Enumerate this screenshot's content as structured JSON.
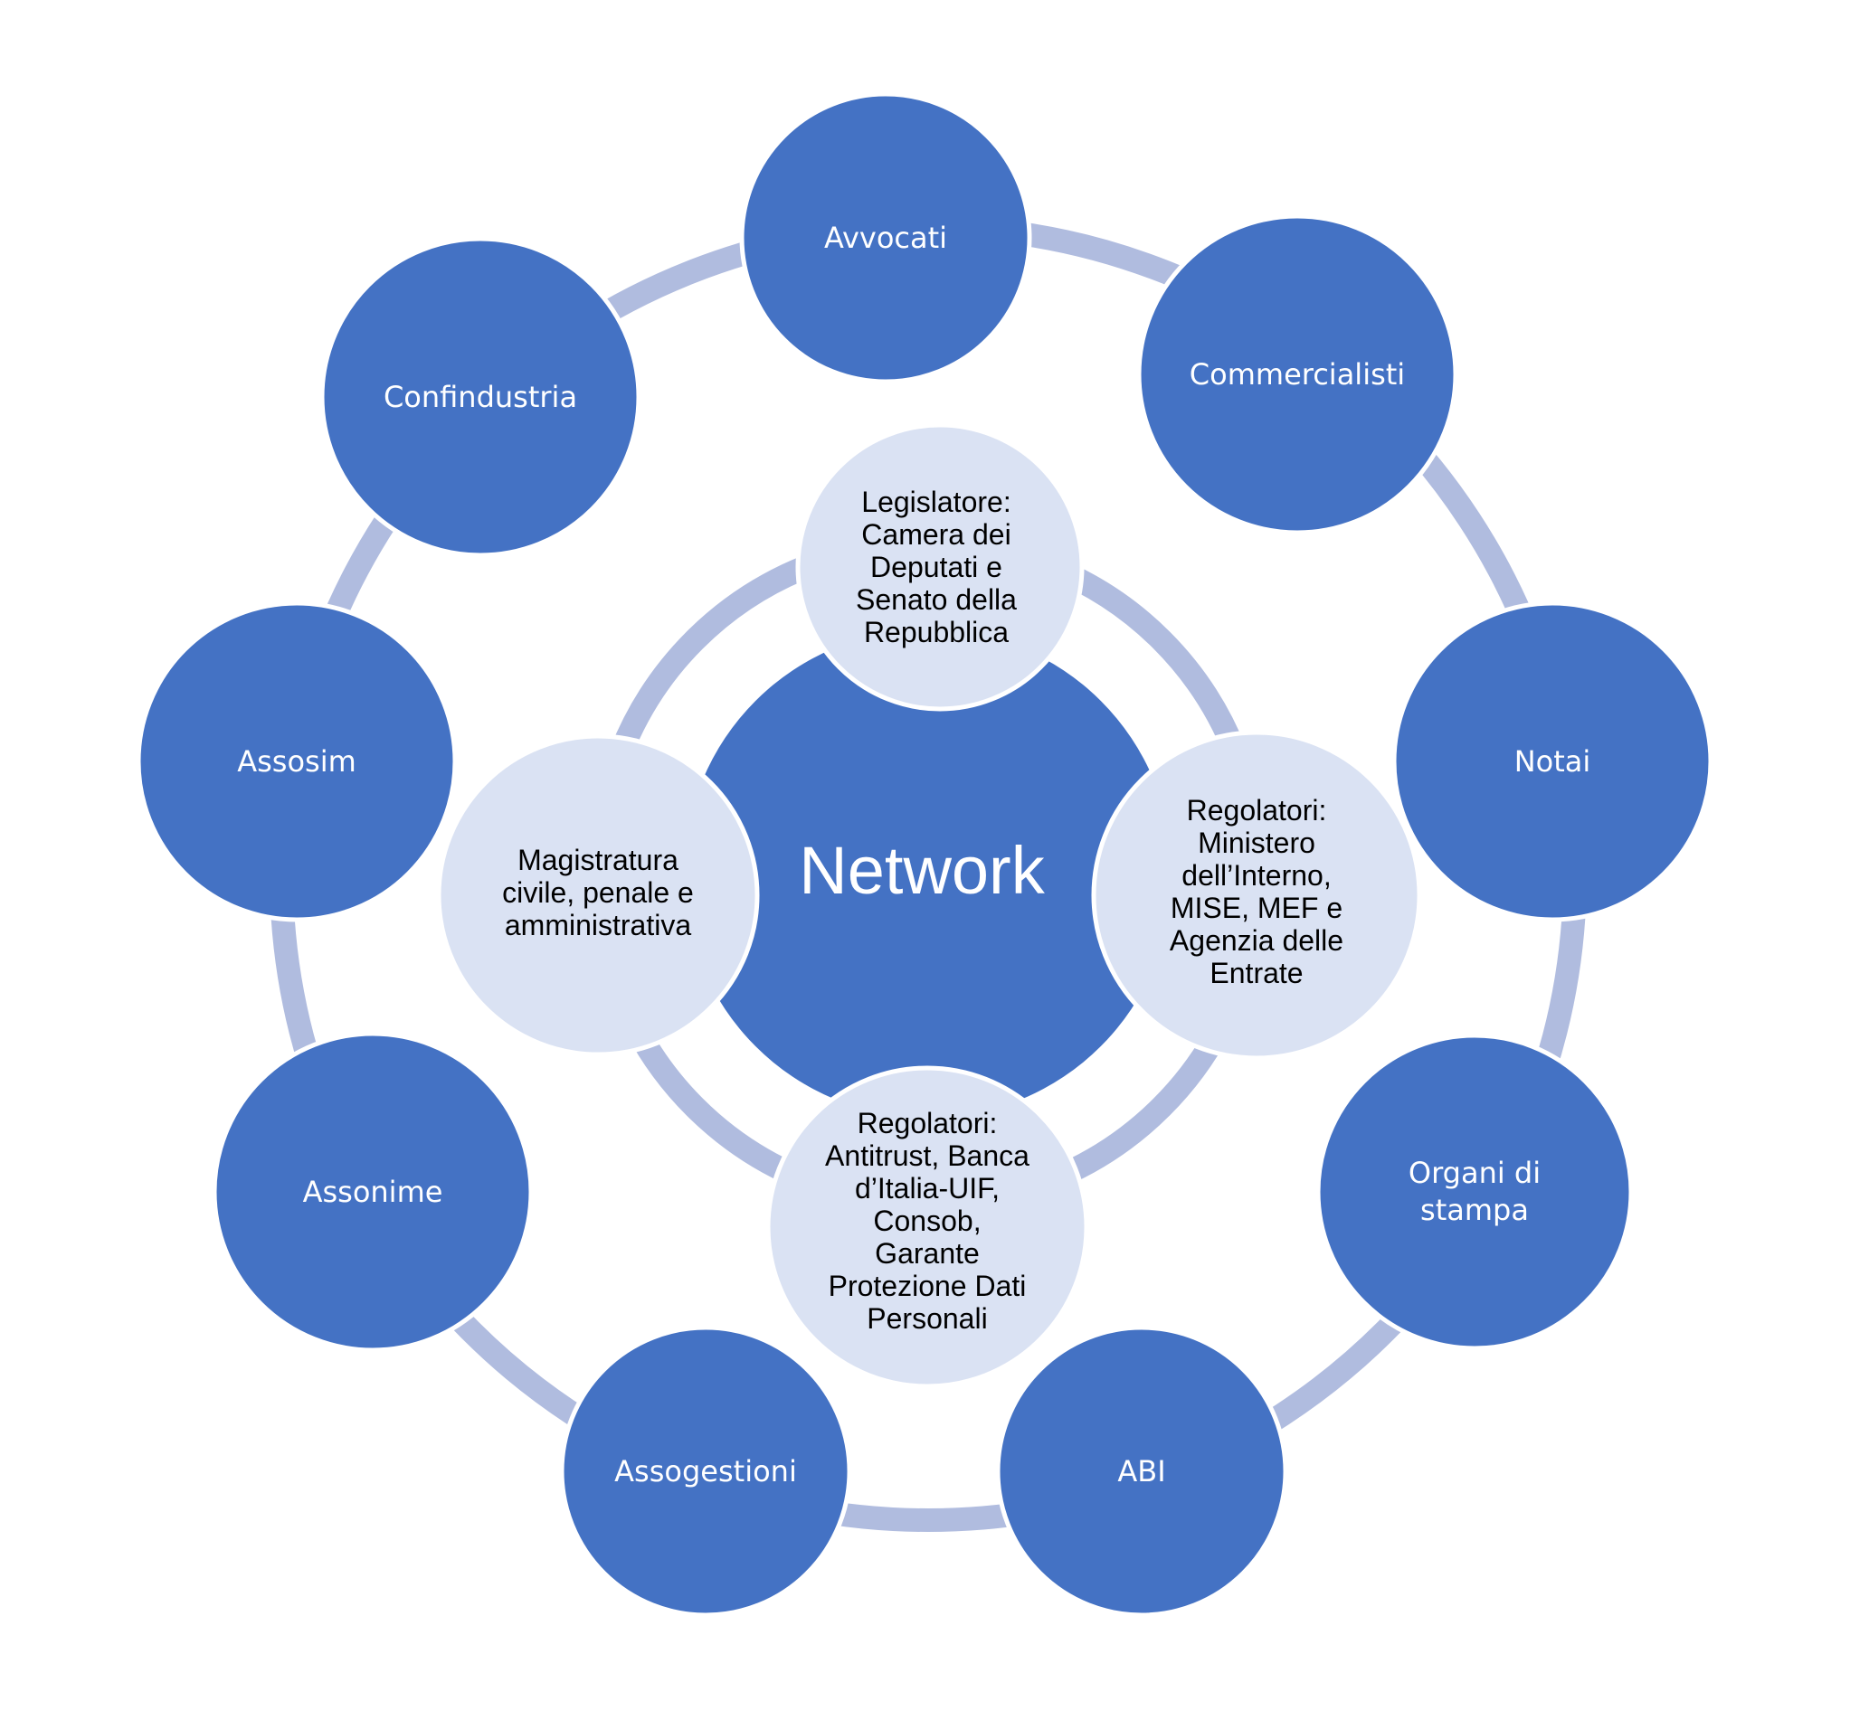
{
  "colors": {
    "outer_node": "#4472c4",
    "inner_node": "#dae2f3",
    "center": "#4472c4",
    "ring": "#b0bcdf"
  },
  "center": {
    "label": "Network"
  },
  "inner_nodes": [
    {
      "id": "legislatore",
      "label": "Legislatore:\nCamera dei\nDeputati e\nSenato della\nRepubblica"
    },
    {
      "id": "regolatori-ministeri",
      "label": "Regolatori:\nMinistero\ndell’Interno,\nMISE, MEF e\nAgenzia delle\nEntrate"
    },
    {
      "id": "regolatori-autorita",
      "label": "Regolatori:\nAntitrust, Banca\nd’Italia-UIF,\nConsob,\nGarante\nProtezione Dati\nPersonali"
    },
    {
      "id": "magistratura",
      "label": "Magistratura\ncivile, penale e\namministrativa"
    }
  ],
  "outer_nodes": [
    {
      "id": "avvocati",
      "label": "Avvocati"
    },
    {
      "id": "commercialisti",
      "label": "Commercialisti"
    },
    {
      "id": "notai",
      "label": "Notai"
    },
    {
      "id": "organi-di-stampa",
      "label": "Organi di\nstampa"
    },
    {
      "id": "abi",
      "label": "ABI"
    },
    {
      "id": "assogestioni",
      "label": "Assogestioni"
    },
    {
      "id": "assonime",
      "label": "Assonime"
    },
    {
      "id": "assosim",
      "label": "Assosim"
    },
    {
      "id": "confindustria",
      "label": "Confindustria"
    }
  ]
}
